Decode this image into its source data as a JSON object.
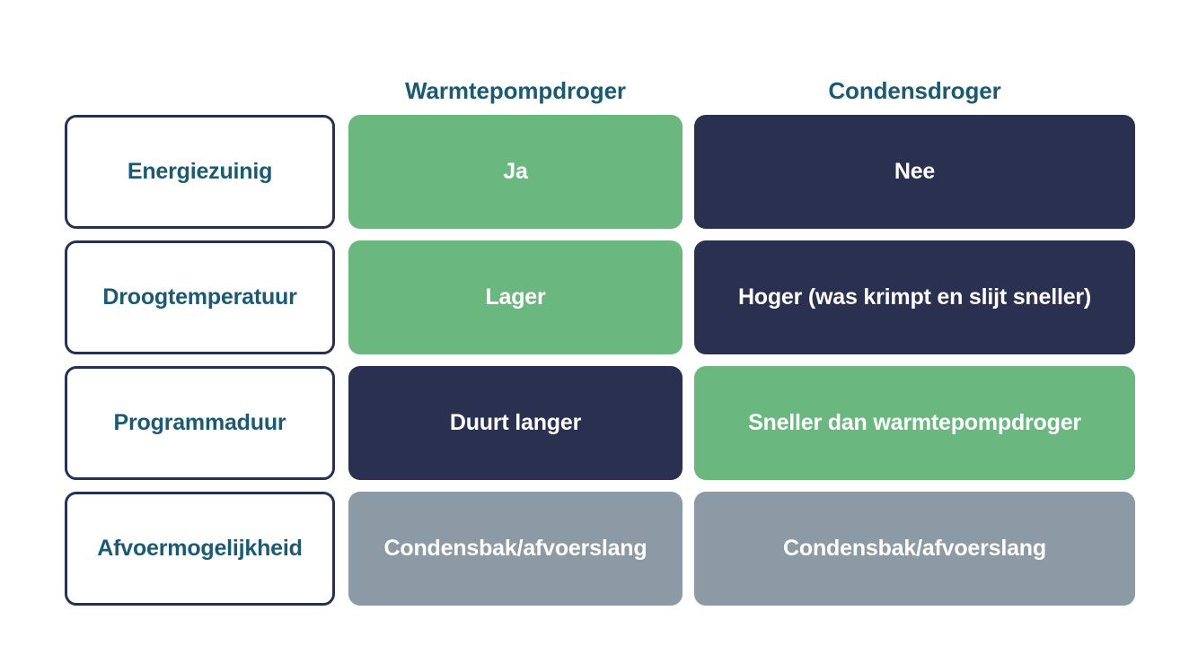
{
  "table": {
    "headers": {
      "feature_column": "",
      "columns": [
        {
          "label": "Warmtepompdroger"
        },
        {
          "label": "Condensdroger"
        }
      ]
    },
    "rows": [
      {
        "label": "Energiezuinig",
        "cells": [
          {
            "text": "Ja",
            "tone": "green"
          },
          {
            "text": "Nee",
            "tone": "navy"
          }
        ]
      },
      {
        "label": "Droogtemperatuur",
        "cells": [
          {
            "text": "Lager",
            "tone": "green"
          },
          {
            "text": "Hoger (was krimpt en slijt sneller)",
            "tone": "navy"
          }
        ]
      },
      {
        "label": "Programmaduur",
        "cells": [
          {
            "text": "Duurt langer",
            "tone": "navy"
          },
          {
            "text": "Sneller dan warmtepompdroger",
            "tone": "green"
          }
        ]
      },
      {
        "label": "Afvoermogelijkheid",
        "cells": [
          {
            "text": "Condensbak/afvoerslang",
            "tone": "grey"
          },
          {
            "text": "Condensbak/afvoerslang",
            "tone": "grey"
          }
        ]
      }
    ]
  },
  "colors": {
    "background": "#ffffff",
    "header_text": "#1b5a70",
    "label_text": "#1b5a70",
    "label_border": "#2a3050",
    "positive_green": "#6ab77f",
    "negative_navy": "#2a3050",
    "neutral_grey": "#8b9aa5",
    "value_text": "#ffffff"
  }
}
